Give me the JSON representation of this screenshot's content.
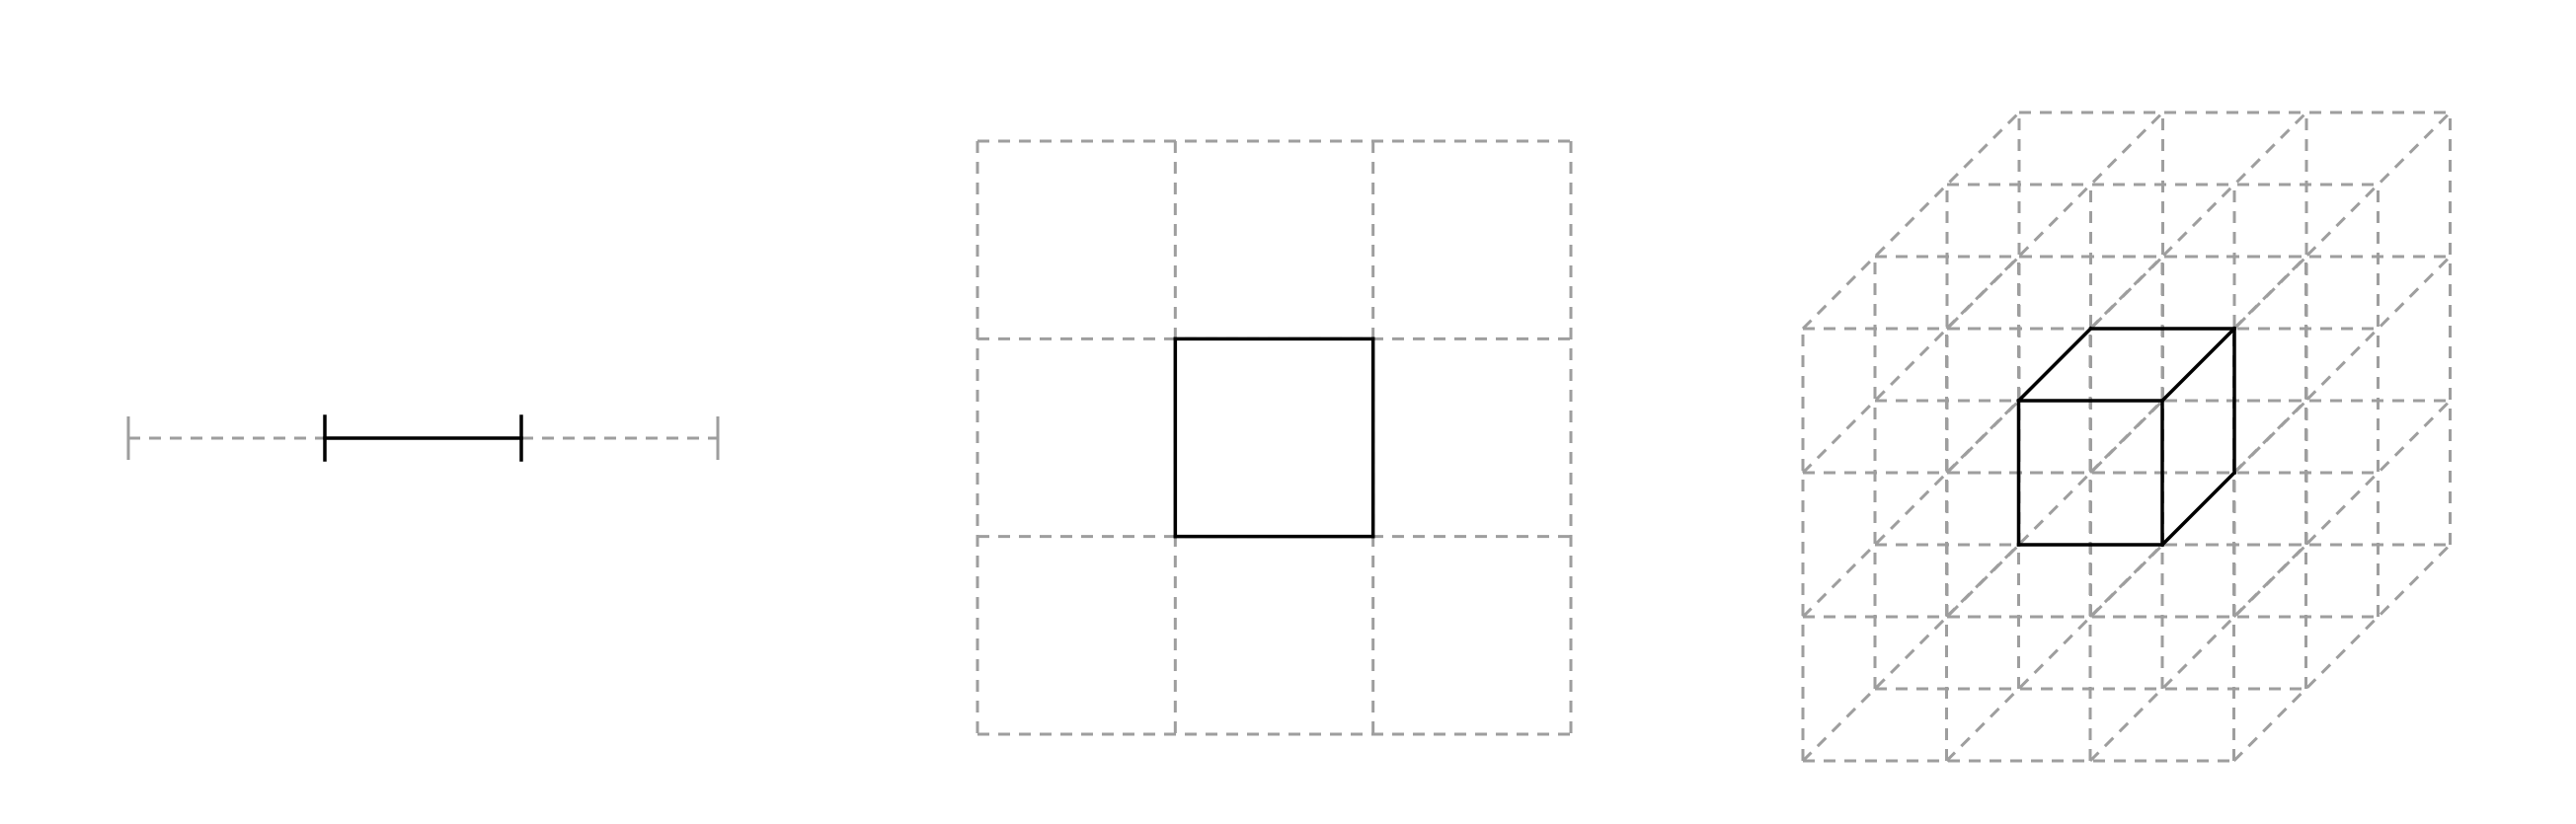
{
  "colors": {
    "background": "#ffffff",
    "grid": "#9e9e9e",
    "highlight": "#000000"
  },
  "panels": [
    {
      "id": "one-d",
      "kind": "segmented line",
      "divisions": 3,
      "highlight_cell": [
        1
      ]
    },
    {
      "id": "two-d",
      "kind": "square grid",
      "divisions": 3,
      "highlight_cell": [
        1,
        1
      ]
    },
    {
      "id": "three-d",
      "kind": "cube lattice",
      "divisions": 3,
      "highlight_cell": [
        1,
        1,
        1
      ]
    }
  ]
}
